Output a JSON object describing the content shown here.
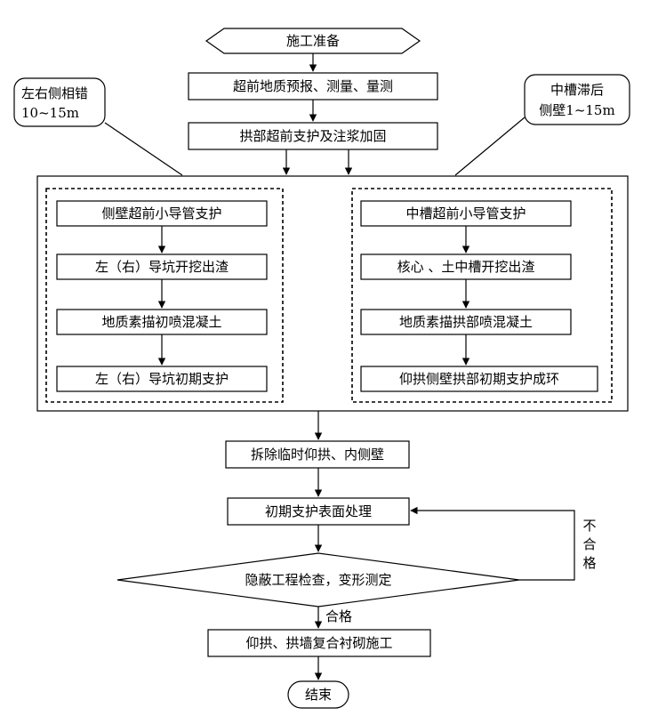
{
  "flowchart": {
    "start": "施工准备",
    "step_forecast": "超前地质预报、测量、量测",
    "step_arch_support": "拱部超前支护及注浆加固",
    "callout_left": [
      "左右侧相错",
      "10~15m"
    ],
    "callout_right": [
      "中槽滞后",
      "侧壁1~15m"
    ],
    "left_group": [
      "侧壁超前小导管支护",
      "左（右）导坑开挖出渣",
      "地质素描初喷混凝土",
      "左（右）导坑初期支护"
    ],
    "right_group": [
      "中槽超前小导管支护",
      "核心 、土中槽开挖出渣",
      "地质素描拱部喷混凝土",
      "仰拱侧壁拱部初期支护成环"
    ],
    "step_remove": "拆除临时仰拱、内侧壁",
    "step_surface": "初期支护表面处理",
    "decision": "隐蔽工程检查，变形测定",
    "label_fail": [
      "不",
      "合",
      "格"
    ],
    "label_pass": "合格",
    "step_lining": "仰拱、拱墙复合衬砌施工",
    "end": "结束"
  }
}
